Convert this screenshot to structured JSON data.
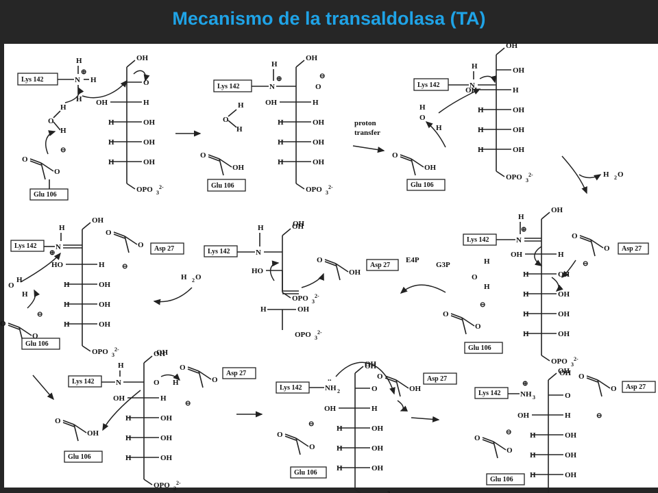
{
  "title": "Mecanismo de la transaldolasa  (TA)",
  "labels": {
    "lys": "Lys 142",
    "glu": "Glu 106",
    "asp": "Asp 27",
    "oh": "OH",
    "h": "H",
    "o": "O",
    "ho": "HO",
    "opo3": "OPO",
    "sub3": "3",
    "charge2": "2-",
    "nh2": "NH",
    "nh3": "NH",
    "sub2": "2",
    "water": "H",
    "water_o": "O",
    "plus": "⊕",
    "minus": "⊖",
    "proton_transfer_1": "proton",
    "proton_transfer_2": "transfer",
    "e4p": "E4P",
    "g3p": "G3P",
    "n": "N",
    "lone_pair": ".."
  }
}
